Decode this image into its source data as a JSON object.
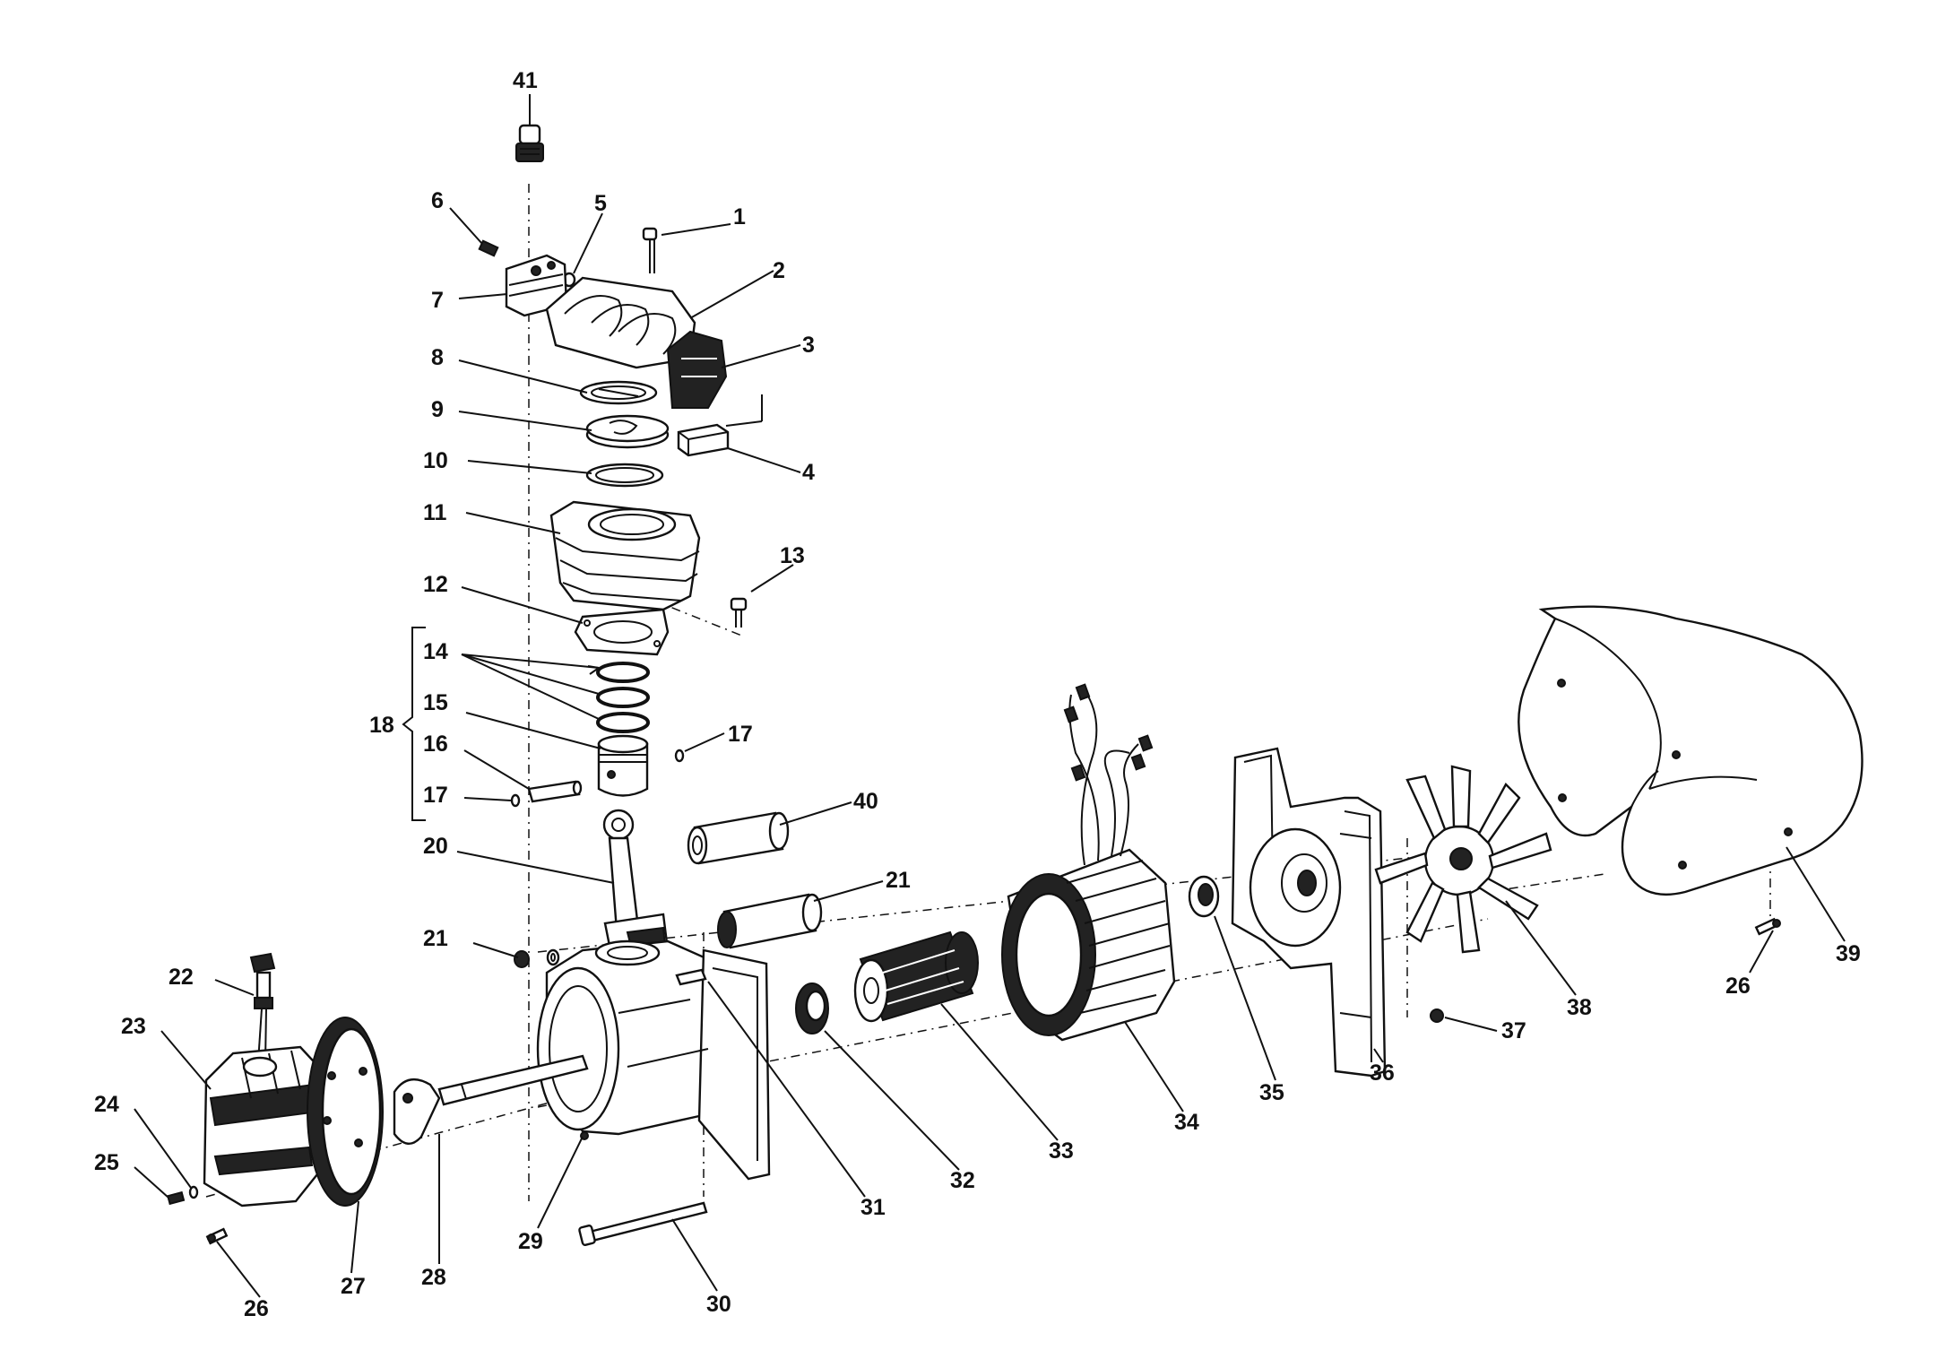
{
  "labels": {
    "p1": "1",
    "p2": "2",
    "p3": "3",
    "p4": "4",
    "p5": "5",
    "p6": "6",
    "p7": "7",
    "p8": "8",
    "p9": "9",
    "p10": "10",
    "p11": "11",
    "p12": "12",
    "p13": "13",
    "p14": "14",
    "p15": "15",
    "p16": "16",
    "p17a": "17",
    "p17b": "17",
    "p18": "18",
    "p20": "20",
    "p21a": "21",
    "p21b": "21",
    "p22": "22",
    "p23": "23",
    "p24": "24",
    "p25": "25",
    "p26a": "26",
    "p26b": "26",
    "p27": "27",
    "p28": "28",
    "p29": "29",
    "p30": "30",
    "p31": "31",
    "p32": "32",
    "p33": "33",
    "p34": "34",
    "p35": "35",
    "p36": "36",
    "p37": "37",
    "p38": "38",
    "p39": "39",
    "p40": "40",
    "p41": "41"
  }
}
